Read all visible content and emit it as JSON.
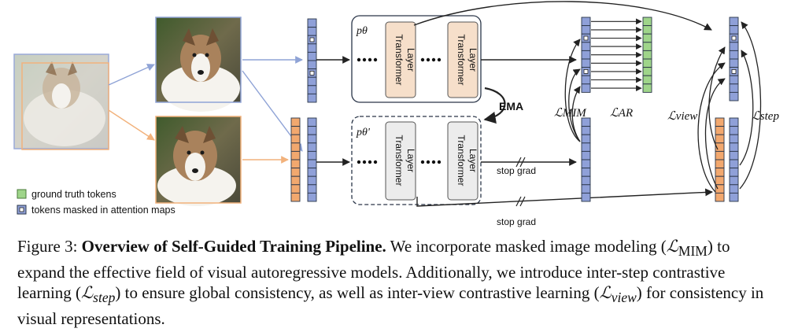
{
  "diagram": {
    "teacher_param": "pθ",
    "student_param": "pθ'",
    "layer_label": [
      "Transformer",
      "Layer"
    ],
    "ema_label": "EMA",
    "stop_grad_label": "stop grad",
    "loss_mim": "ℒMIM",
    "loss_ar": "ℒAR",
    "loss_view": "ℒview",
    "loss_step": "ℒstep",
    "legend": {
      "gt": "ground truth tokens",
      "masked": "tokens masked in attention maps"
    },
    "colors": {
      "blue_token": "#8fa0d8",
      "orange_token": "#f2a86e",
      "green_token": "#9fd58a",
      "teacher_layer": "#f6dfca",
      "student_layer": "#ececec"
    }
  },
  "caption": {
    "prefix": "Figure 3: ",
    "title": "Overview of Self-Guided Training Pipeline.",
    "t1": " We incorporate masked image modeling (",
    "m1": "ℒ",
    "m1_sub": "MIM",
    "t2": ") to expand the effective field of visual autoregressive models. Additionally, we introduce inter-step contrastive learning (",
    "m2": "ℒ",
    "m2_sub": "step",
    "t3": ") to ensure global consistency, as well as inter-view contrastive learning (",
    "m3": "ℒ",
    "m3_sub": "view",
    "t4": ") for consistency in visual representations."
  }
}
